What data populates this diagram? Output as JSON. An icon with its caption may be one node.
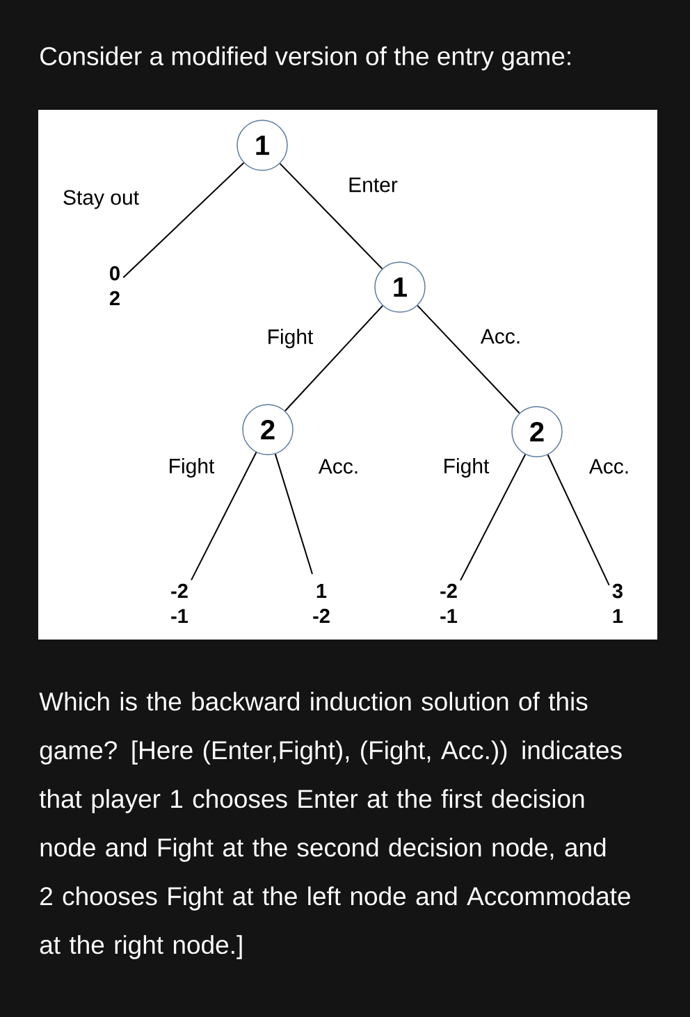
{
  "diagram": {
    "title": "Consider a modified version of the entry game:",
    "caption": "Which is the backward induction solution of this game? [Here (Enter,Fight), (Fight, Acc.)) indicates that player 1 chooses Enter at the first decision node and Fight at the second decision node, and 2 chooses Fight at the left node and Accommodate at the right node.]",
    "nodes": [
      {
        "text": [
          "1"
        ]
      },
      {
        "text": [
          "1"
        ]
      },
      {
        "text": [
          "2"
        ]
      },
      {
        "text": [
          "2"
        ]
      },
      {
        "text": [
          "0",
          "2"
        ]
      },
      {
        "text": [
          "-2",
          "-1"
        ]
      },
      {
        "text": [
          "1",
          "-2"
        ]
      },
      {
        "text": [
          "-2",
          "-1"
        ]
      },
      {
        "text": [
          "3",
          "1"
        ]
      }
    ],
    "edges": [
      {
        "from": 0,
        "to": 4,
        "arrow": "none",
        "label": "Stay out"
      },
      {
        "from": 0,
        "to": 1,
        "arrow": "none",
        "label": "Enter"
      },
      {
        "from": 1,
        "to": 2,
        "arrow": "none",
        "label": "Fight"
      },
      {
        "from": 1,
        "to": 3,
        "arrow": "none",
        "label": "Acc."
      },
      {
        "from": 2,
        "to": 5,
        "arrow": "none",
        "label": "Fight"
      },
      {
        "from": 2,
        "to": 6,
        "arrow": "none",
        "label": "Acc."
      },
      {
        "from": 3,
        "to": 7,
        "arrow": "none",
        "label": "Fight"
      },
      {
        "from": 3,
        "to": 8,
        "arrow": "none",
        "label": "Acc."
      }
    ]
  }
}
